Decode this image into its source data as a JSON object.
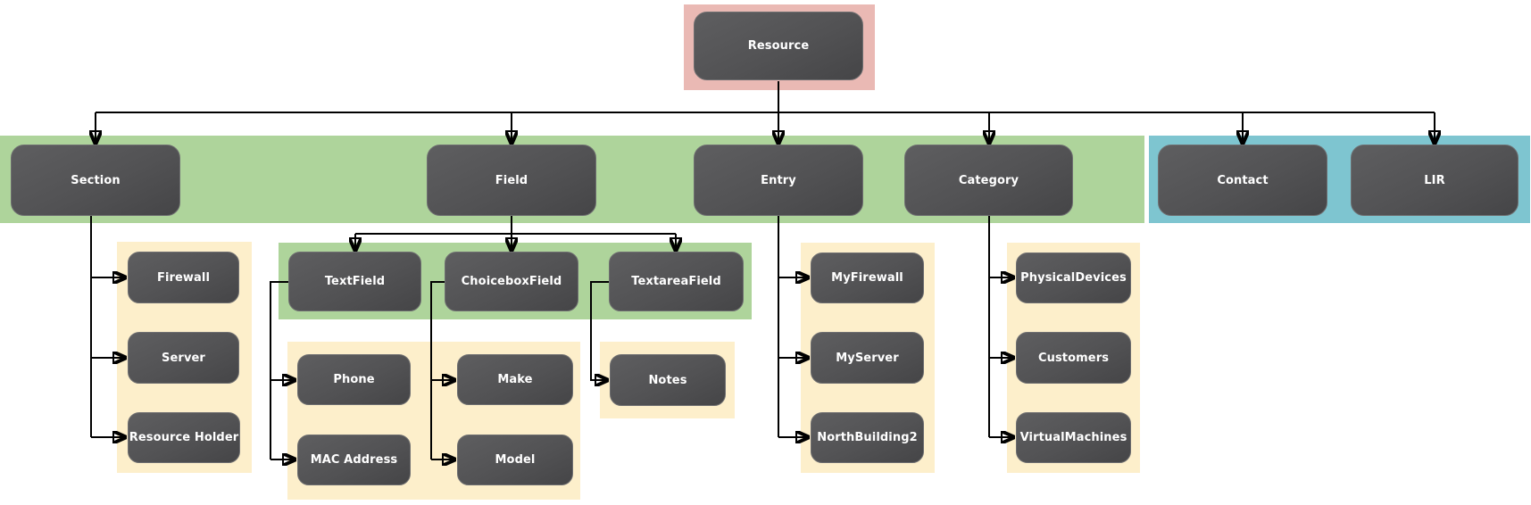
{
  "hierarchy": {
    "root": {
      "label": "Resource"
    },
    "branches": [
      {
        "label": "Section",
        "children": [
          {
            "label": "Firewall"
          },
          {
            "label": "Server"
          },
          {
            "label": "Resource Holder"
          }
        ]
      },
      {
        "label": "Field",
        "children": [
          {
            "label": "TextField",
            "children": [
              {
                "label": "Phone"
              },
              {
                "label": "MAC Address"
              }
            ]
          },
          {
            "label": "ChoiceboxField",
            "children": [
              {
                "label": "Make"
              },
              {
                "label": "Model"
              }
            ]
          },
          {
            "label": "TextareaField",
            "children": [
              {
                "label": "Notes"
              }
            ]
          }
        ]
      },
      {
        "label": "Entry",
        "children": [
          {
            "label": "MyFirewall"
          },
          {
            "label": "MyServer"
          },
          {
            "label": "NorthBuilding2"
          }
        ]
      },
      {
        "label": "Category",
        "children": [
          {
            "label": "PhysicalDevices"
          },
          {
            "label": "Customers"
          },
          {
            "label": "VirtualMachines"
          }
        ]
      },
      {
        "label": "Contact",
        "children": []
      },
      {
        "label": "LIR",
        "children": []
      }
    ]
  },
  "colors": {
    "root_band": "#eab9b4",
    "primary_band": "#aed49b",
    "secondary_band": "#7ec5d0",
    "group_band": "#fdefcb",
    "node_top": "#5e5e60",
    "node_bottom": "#454547",
    "node_border": "#6f6f71",
    "node_text": "#ffffff",
    "edge": "#000000"
  }
}
